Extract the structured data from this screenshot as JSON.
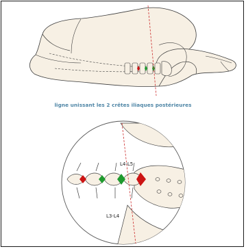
{
  "caption": "ligne unissant les 2 crêtes iliaques postérieures",
  "labels": {
    "upper_level": "L4-L5",
    "lower_level": "L3-L4"
  },
  "colors": {
    "skin_fill": "#f7f0e4",
    "outline": "#3a3a3a",
    "caption_text": "#4f86a6",
    "dashed_line": "#cc2b2b",
    "l3_l4_marker": "#1e9a2e",
    "l4_l5_marker": "#cc1414",
    "circle_border": "#555555"
  }
}
